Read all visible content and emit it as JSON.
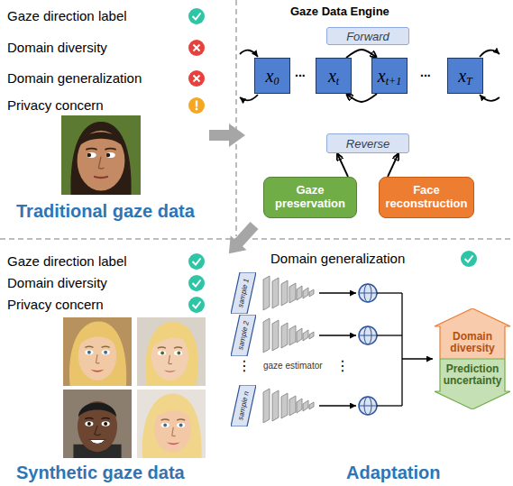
{
  "diagram": {
    "nodes": [
      {
        "text": [
          "Forward"
        ]
      },
      {
        "text": [
          "x",
          "0"
        ]
      },
      {
        "text": [
          "x",
          "t"
        ]
      },
      {
        "text": [
          "x",
          "t+1"
        ]
      },
      {
        "text": [
          "x",
          "T"
        ]
      },
      {
        "text": [
          "Reverse"
        ]
      },
      {
        "text": [
          "Gaze preservation"
        ]
      },
      {
        "text": [
          "Face reconstruction"
        ]
      },
      {
        "text": [
          "sample 1"
        ]
      },
      {
        "text": [
          "sample 2"
        ]
      },
      {
        "text": [
          "sample n"
        ]
      },
      {
        "text": [
          "Domain diversity"
        ]
      },
      {
        "text": [
          "Prediction uncertainty"
        ]
      }
    ],
    "edges": [
      {
        "from": 2,
        "to": 3,
        "arrow": "to"
      },
      {
        "from": 3,
        "to": 2,
        "arrow": "to"
      },
      {
        "from": 6,
        "to": 5,
        "arrow": "to"
      },
      {
        "from": 7,
        "to": 5,
        "arrow": "to"
      }
    ],
    "labels": [
      "Gaze direction label",
      "Domain diversity",
      "Domain generalization",
      "Privacy concern",
      "Traditional gaze data",
      "Gaze Data Engine",
      "...",
      "...",
      "Gaze direction label",
      "Domain diversity",
      "Privacy concern",
      "Synthetic gaze data",
      "Domain generalization",
      "⋮",
      "gaze estimator",
      "⋮",
      "Adaptation"
    ]
  }
}
